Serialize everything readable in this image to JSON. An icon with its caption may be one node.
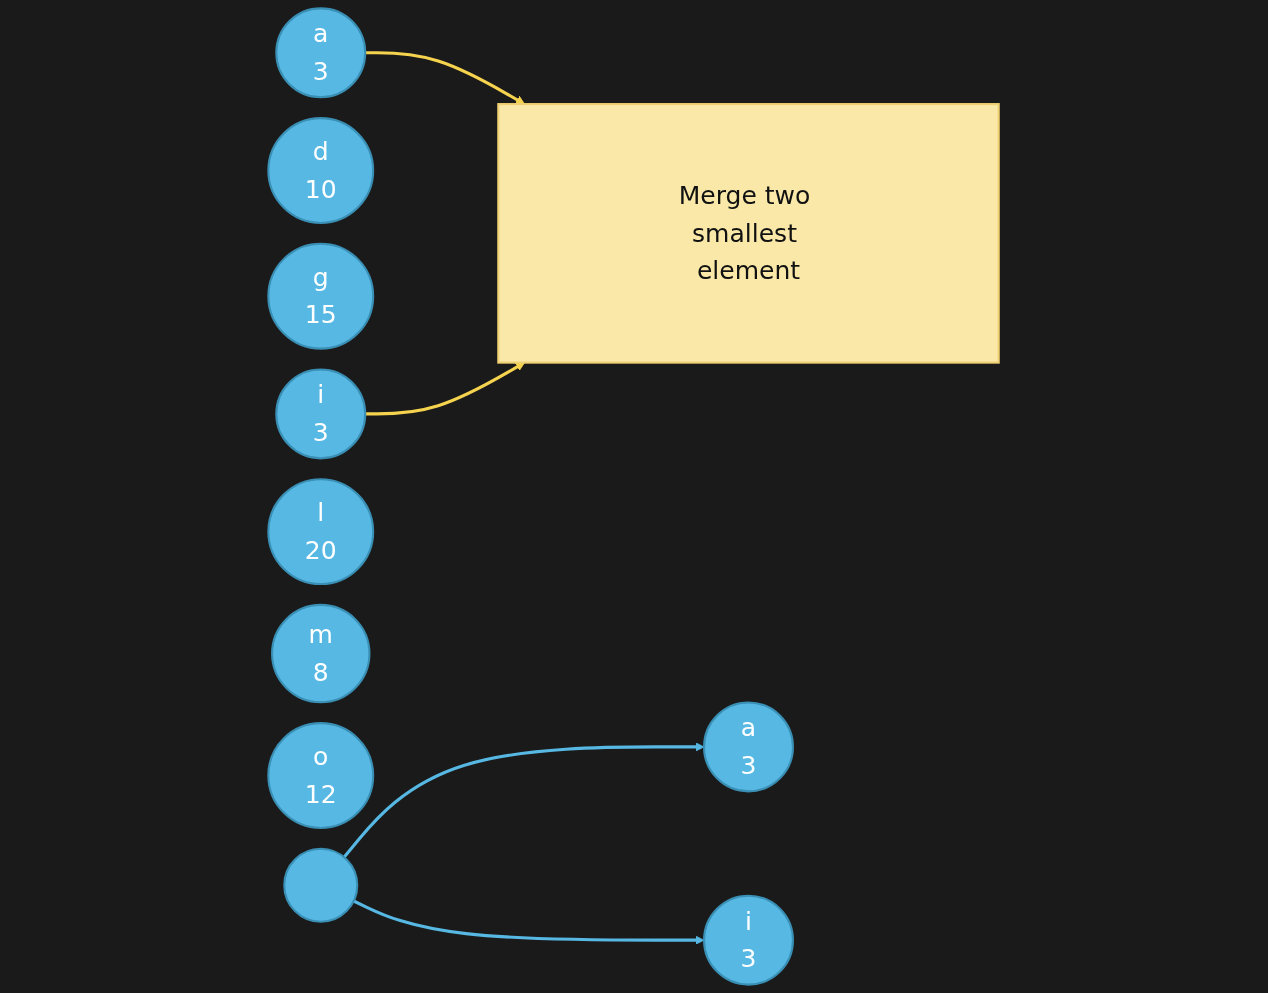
{
  "diagram": {
    "nodes": [
      {
        "text": [
          "a",
          "3"
        ]
      },
      {
        "text": [
          "d",
          "10"
        ]
      },
      {
        "text": [
          "g",
          "15"
        ]
      },
      {
        "text": [
          "i",
          "3"
        ]
      },
      {
        "text": [
          "l",
          "20"
        ]
      },
      {
        "text": [
          "m",
          "8"
        ]
      },
      {
        "text": [
          "o",
          "12"
        ]
      },
      {
        "text": [
          "Merge two smallest element"
        ]
      },
      {
        "text": [],
        "shape": "circle"
      },
      {
        "text": [
          "a",
          "3"
        ]
      },
      {
        "text": [
          "i",
          "3"
        ]
      }
    ],
    "edges": [
      {
        "from": 0,
        "to": 7,
        "arrow": "to",
        "color": "#f5d34f"
      },
      {
        "from": 3,
        "to": 7,
        "arrow": "to",
        "color": "#f5d34f"
      },
      {
        "from": 8,
        "to": 9,
        "arrow": "to",
        "color": "#56b8e3"
      },
      {
        "from": 8,
        "to": 10,
        "arrow": "to",
        "color": "#56b8e3"
      }
    ]
  }
}
